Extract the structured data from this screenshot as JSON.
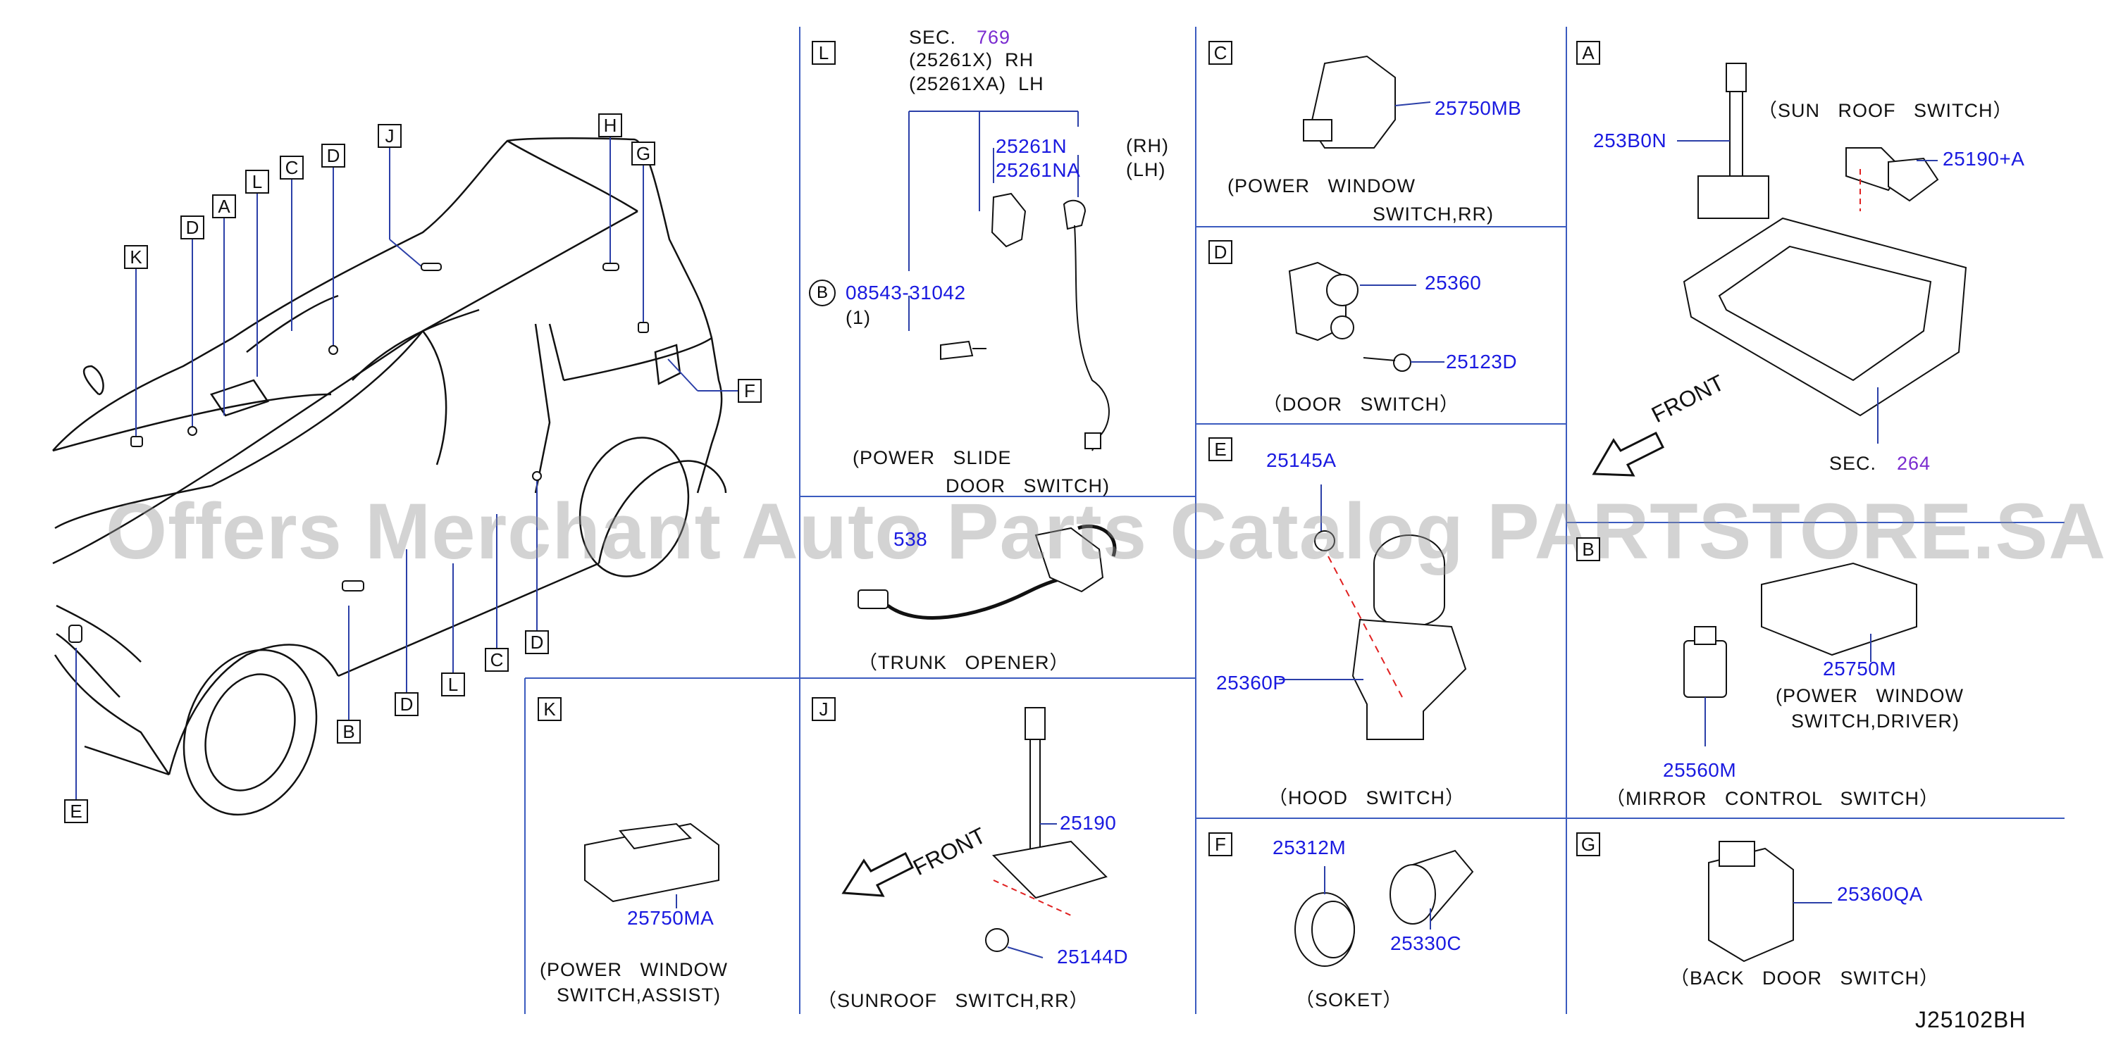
{
  "panels": {
    "L": {
      "letter": "L",
      "sec": "SEC.",
      "sec_num": "769",
      "line1": "(25261X)  RH",
      "line2": "(25261XA)  LH",
      "part_a": "25261N",
      "part_b": "25261NA",
      "rh": "(RH)",
      "lh": "(LH)",
      "bolt_circle": "B",
      "bolt_part": "08543-31042",
      "bolt_qty": "(1)",
      "caption1": "(POWER   SLIDE",
      "caption2": "DOOR   SWITCH)"
    },
    "C": {
      "letter": "C",
      "part": "25750MB",
      "caption1": "(POWER   WINDOW",
      "caption2": "SWITCH,RR)"
    },
    "D": {
      "letter": "D",
      "part_a": "25360",
      "part_b": "25123D",
      "caption": "（DOOR   SWITCH）"
    },
    "E": {
      "letter": "E",
      "part_a": "25145A",
      "part_b": "25360P",
      "caption": "（HOOD   SWITCH）"
    },
    "F": {
      "letter": "F",
      "part_a": "25312M",
      "part_b": "25330C",
      "caption": "（SOKET）"
    },
    "A": {
      "letter": "A",
      "part_a": "253B0N",
      "part_b": "25190+A",
      "caption": "（SUN   ROOF   SWITCH）",
      "sec": "SEC.",
      "sec_num": "264"
    },
    "B": {
      "letter": "B",
      "part_a": "25750M",
      "part_b": "25560M",
      "caption1": "(POWER   WINDOW",
      "caption2": "SWITCH,DRIVER)",
      "caption3": "（MIRROR   CONTROL   SWITCH）"
    },
    "G": {
      "letter": "G",
      "part": "25360QA",
      "caption": "（BACK   DOOR   SWITCH）"
    },
    "K": {
      "letter": "K",
      "part": "25750MA",
      "caption1": "(POWER   WINDOW",
      "caption2": "SWITCH,ASSIST)"
    },
    "J": {
      "letter": "J",
      "part_a": "25190",
      "part_b": "25144D",
      "caption": "（SUNROOF   SWITCH,RR）"
    },
    "T": {
      "part": "538",
      "caption": "（TRUNK   OPENER）"
    }
  },
  "front_label": "FRONT",
  "vehicle_labels": [
    "K",
    "D",
    "A",
    "L",
    "C",
    "D",
    "J",
    "H",
    "G",
    "F",
    "B",
    "D",
    "L",
    "C",
    "D",
    "E"
  ],
  "watermark": "Offers Merchant Auto Parts Catalog PARTSTORE.SA",
  "doc_id": "J25102BH",
  "colors": {
    "part_number": "#1a1ae0",
    "section": "#7a2bd0",
    "leader": "#2b3fa8",
    "grid": "#3b5bbf",
    "dash": "#e02020"
  }
}
